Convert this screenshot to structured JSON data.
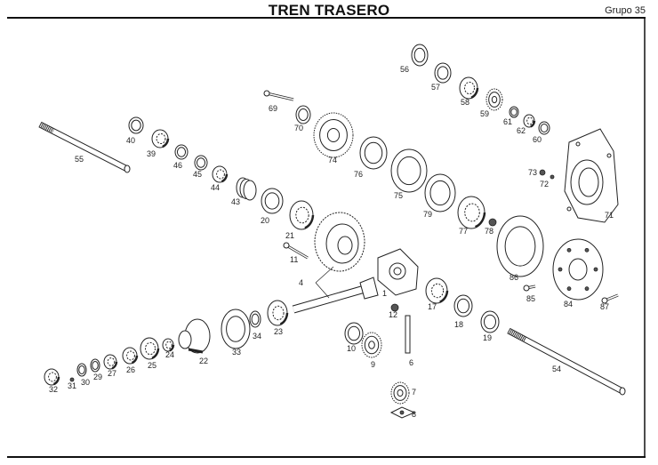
{
  "header": {
    "title": "TREN TRASERO",
    "group": "Grupo 35"
  },
  "parts": [
    "56",
    "57",
    "58",
    "59",
    "61",
    "62",
    "60",
    "69",
    "70",
    "74",
    "76",
    "75",
    "79",
    "77",
    "78",
    "73",
    "72",
    "71",
    "40",
    "39",
    "46",
    "45",
    "44",
    "43",
    "20",
    "21",
    "55",
    "11",
    "4",
    "1",
    "12",
    "17",
    "18",
    "19",
    "86",
    "84",
    "85",
    "87",
    "54",
    "6",
    "9",
    "10",
    "7",
    "8",
    "34",
    "23",
    "33",
    "22",
    "24",
    "25",
    "26",
    "27",
    "29",
    "30",
    "31",
    "32"
  ],
  "colors": {
    "ink": "#222222",
    "paper": "#ffffff"
  }
}
